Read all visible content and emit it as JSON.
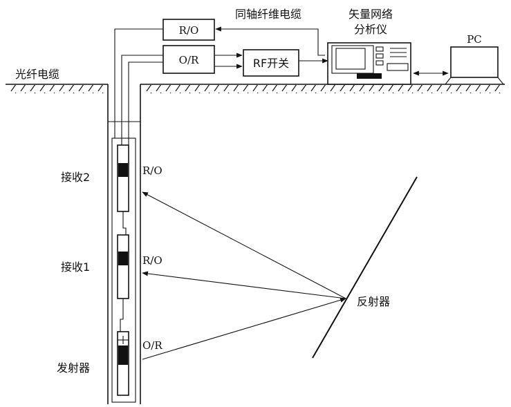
{
  "labels": {
    "coax_cable": "同轴纤维电缆",
    "vna_line1": "矢量网络",
    "vna_line2": "分析仪",
    "pc": "PC",
    "fiber_cable": "光纤电缆",
    "ro_top": "R/O",
    "or_top": "O/R",
    "rf_switch": "RF开关",
    "receiver2": "接收2",
    "receiver1": "接收1",
    "transmitter": "发射器",
    "ro_rx2": "R/O",
    "ro_rx1": "R/O",
    "or_tx": "O/R",
    "reflector": "反射器"
  }
}
